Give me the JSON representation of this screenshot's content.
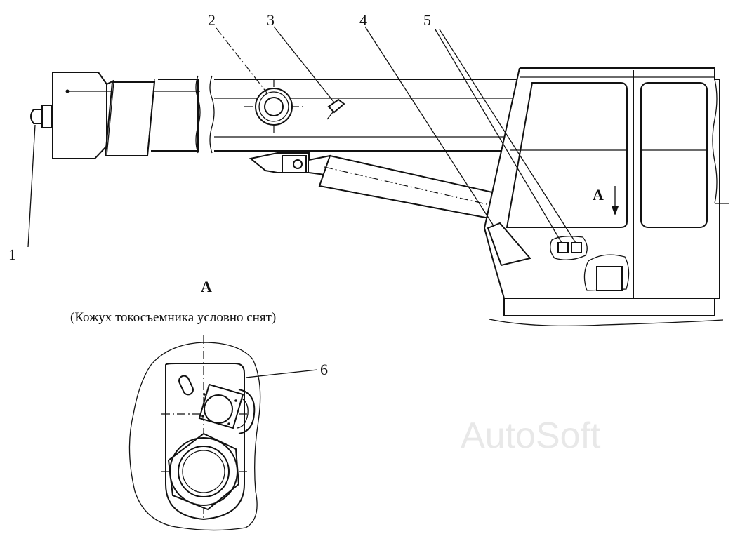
{
  "callouts": {
    "c1": "1",
    "c2": "2",
    "c3": "3",
    "c4": "4",
    "c5": "5",
    "c6": "6",
    "view_marker": "A"
  },
  "view_section": {
    "title": "А",
    "caption": "(Кожух токосъемника условно снят)"
  },
  "watermark": "AutoSoft"
}
